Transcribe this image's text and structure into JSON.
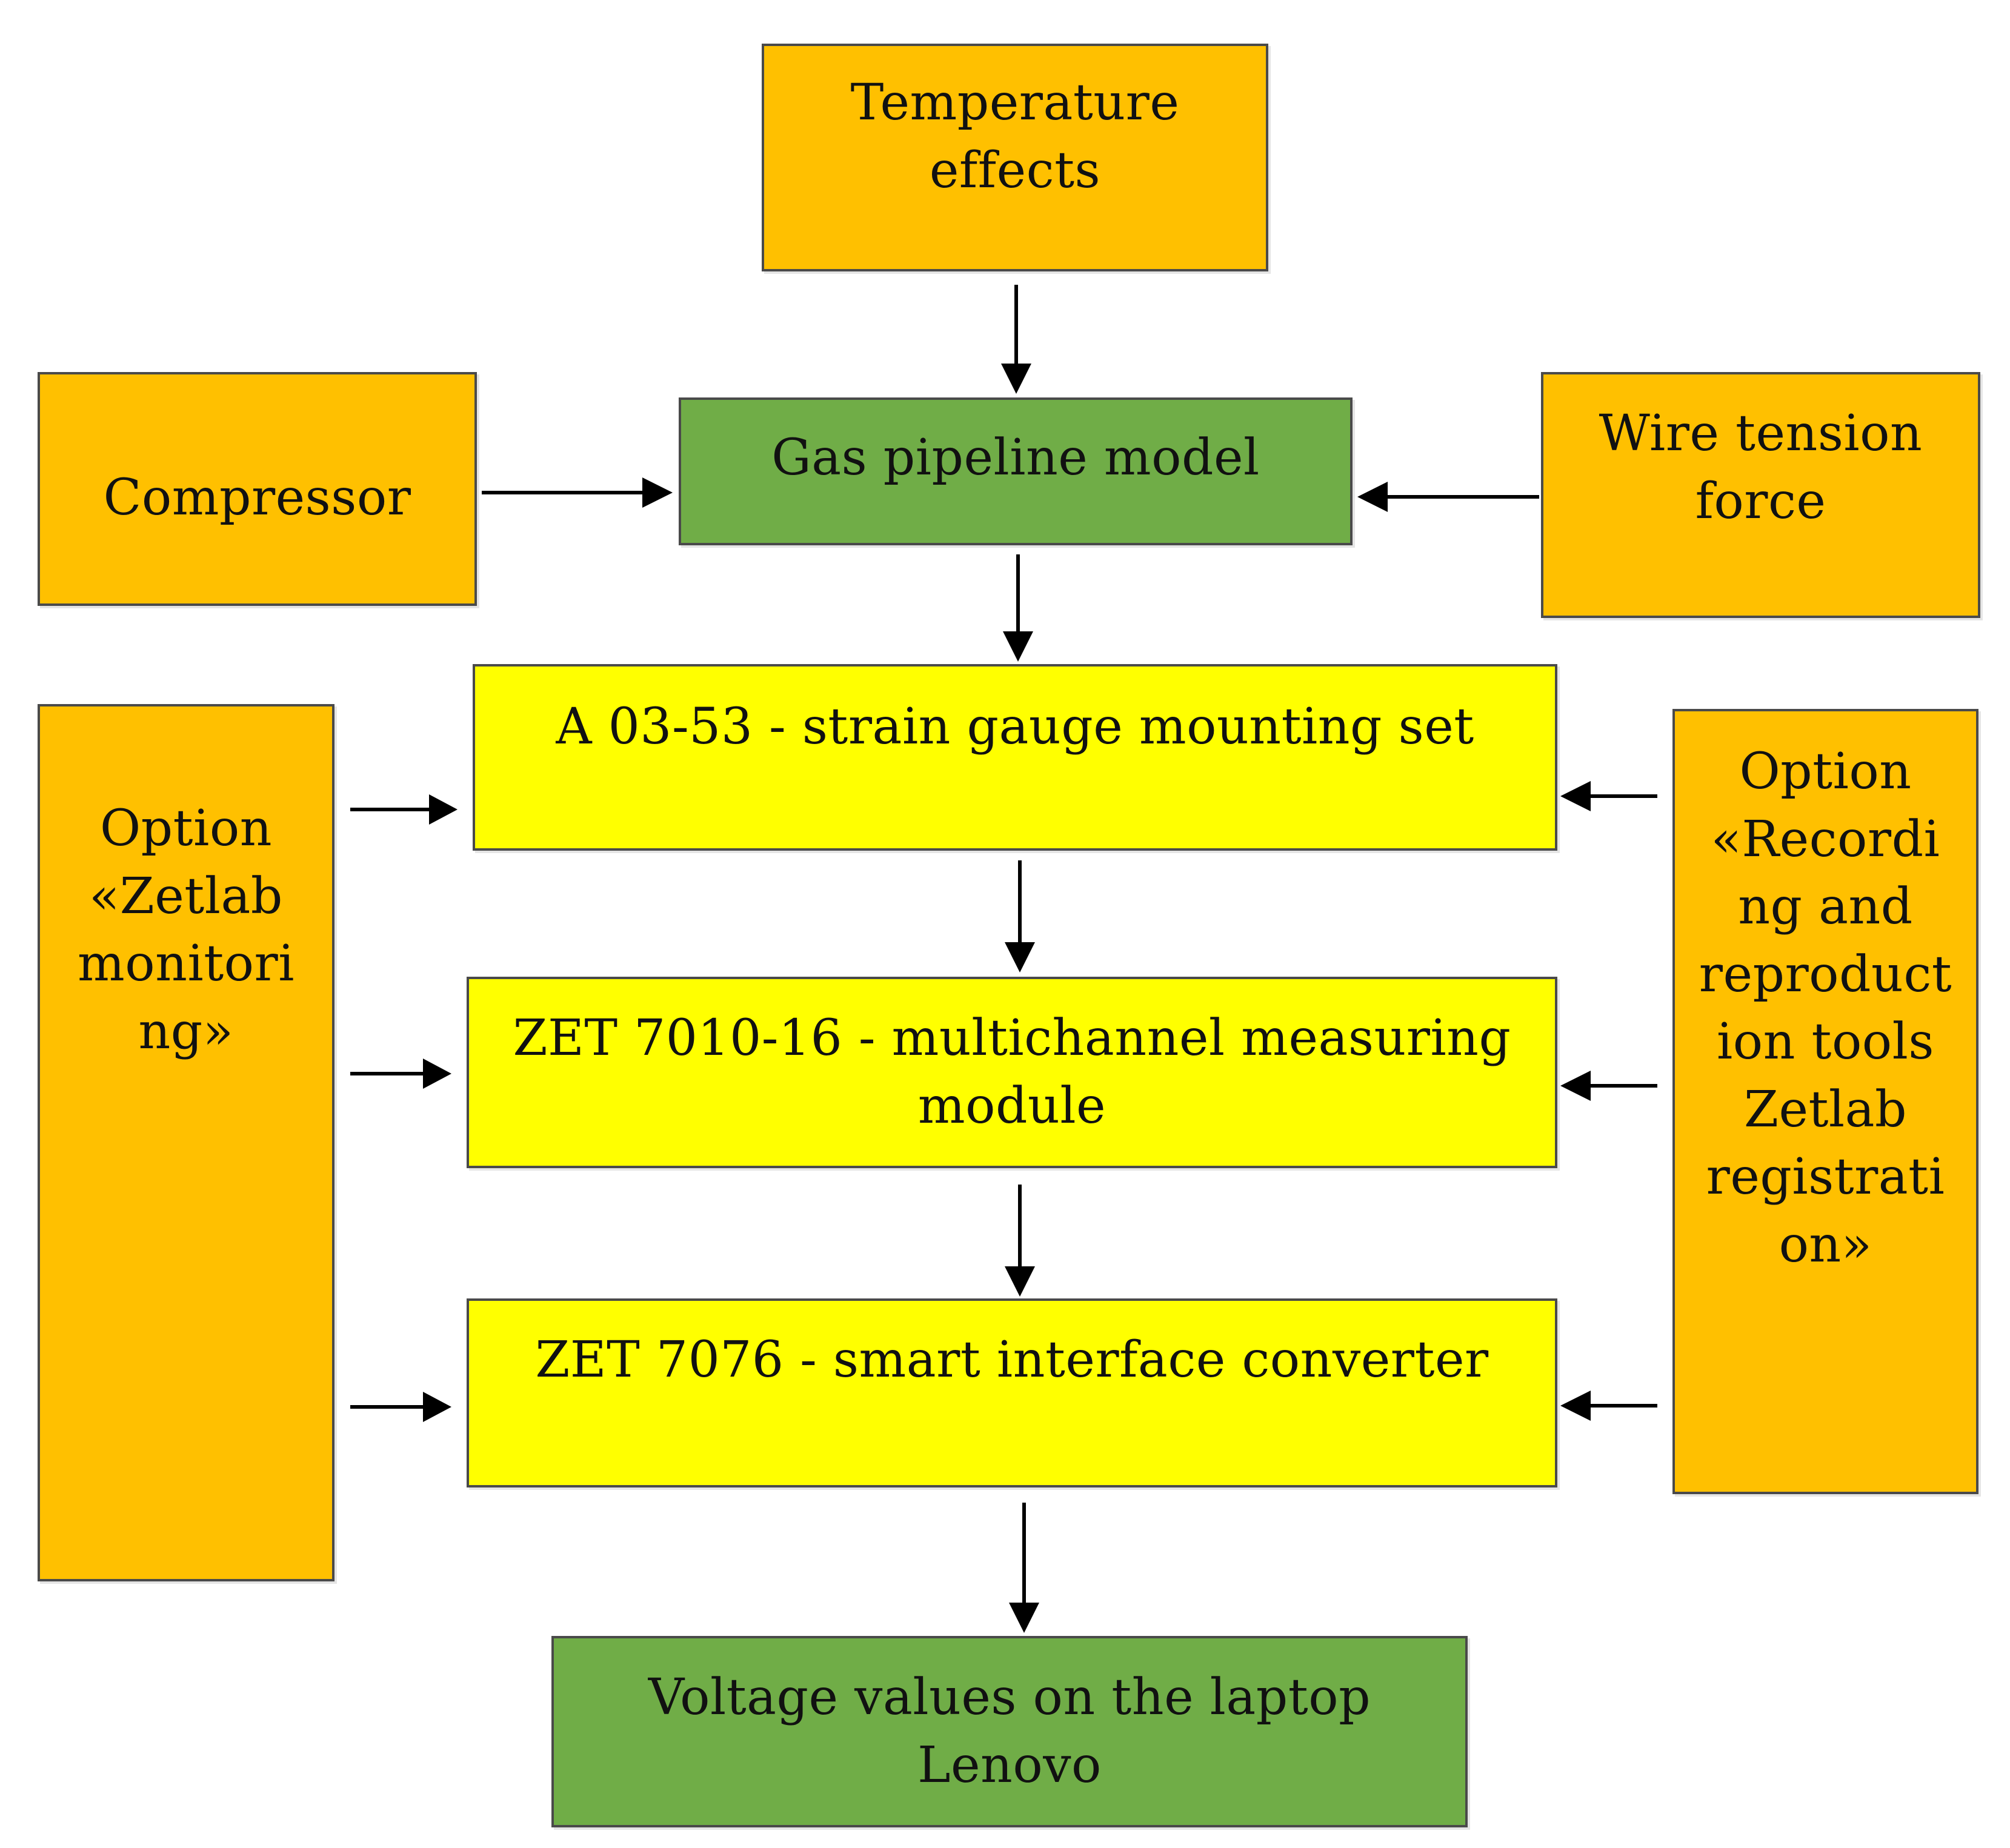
{
  "colors": {
    "orange": "#ffc000",
    "green": "#70ad47",
    "yellow": "#ffff00",
    "arrow": "#000000"
  },
  "boxes": {
    "temperature": [
      "Temperature",
      "effects"
    ],
    "compressor": [
      "Compressor"
    ],
    "gas_pipeline": [
      "Gas pipeline model"
    ],
    "wire_tension": [
      "Wire tension",
      "force"
    ],
    "zetlab_monitoring": [
      "Option",
      "«Zetlab",
      "monitori",
      "ng»"
    ],
    "strain_gauge": [
      "A 03-53 - strain gauge mounting set"
    ],
    "zet7010": [
      "ZET 7010-16 - multichannel measuring",
      "module"
    ],
    "zet7076": [
      "ZET 7076 - smart interface converter"
    ],
    "recording": [
      "Option",
      "«Recordi",
      "ng and",
      "reproduct",
      "ion tools",
      "Zetlab",
      "registrati",
      "on»"
    ],
    "voltage": [
      "Voltage values on the laptop Lenovo"
    ]
  }
}
